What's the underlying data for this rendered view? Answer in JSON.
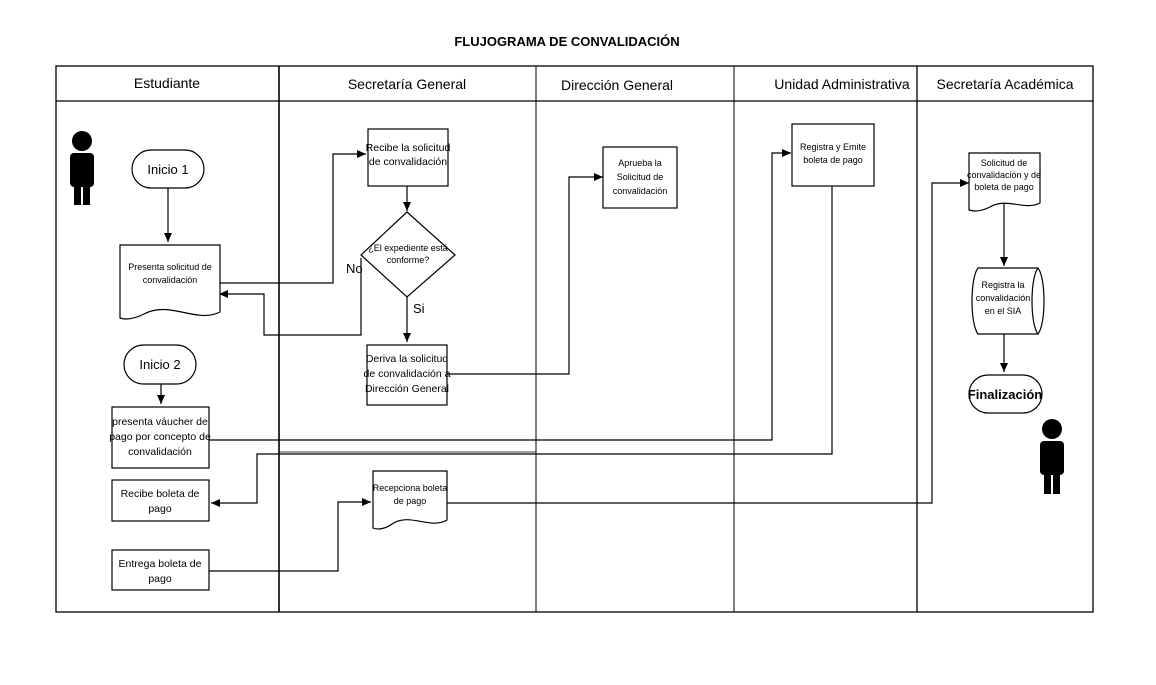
{
  "title": "FLUJOGRAMA DE CONVALIDACIÓN",
  "lanes": [
    {
      "label": "Estudiante"
    },
    {
      "label": "Secretaría General"
    },
    {
      "label": "Dirección General"
    },
    {
      "label": "Unidad Administrativa"
    },
    {
      "label": "Secretaría Académica"
    }
  ],
  "nodes": {
    "inicio1": "Inicio 1",
    "presenta_solicitud": [
      "Presenta solicitud de",
      "convalidación"
    ],
    "inicio2": "Inicio 2",
    "presenta_voucher": [
      "presenta váucher de",
      "pago por concepto de",
      "convalidación"
    ],
    "recibe_boleta": [
      "Recibe boleta de",
      "pago"
    ],
    "entrega_boleta": [
      "Entrega boleta de",
      "pago"
    ],
    "recibe_solicitud": [
      "Recibe la solicitud",
      "de convalidación"
    ],
    "decision": [
      "¿El expediente está",
      "conforme?"
    ],
    "deriva": [
      "Deriva la solicitud",
      "de convalidación a",
      "Dirección General"
    ],
    "recepciona": [
      "Recepciona  boleta",
      "de pago"
    ],
    "aprueba": [
      "Aprueba la",
      "Solicitud de",
      "convalidación"
    ],
    "registra_emite": [
      "Registra y Emite",
      "boleta de pago"
    ],
    "solicitud_doc": [
      "Solicitud de",
      "convalidación y de",
      "boleta de pago"
    ],
    "registra_sia": [
      "Registra la",
      "convalidación",
      "en el SIA"
    ],
    "finalizacion": "Finalización"
  },
  "edge_labels": {
    "no": "No",
    "si": "Si"
  },
  "icons": [
    "person-icon",
    "person-icon"
  ]
}
